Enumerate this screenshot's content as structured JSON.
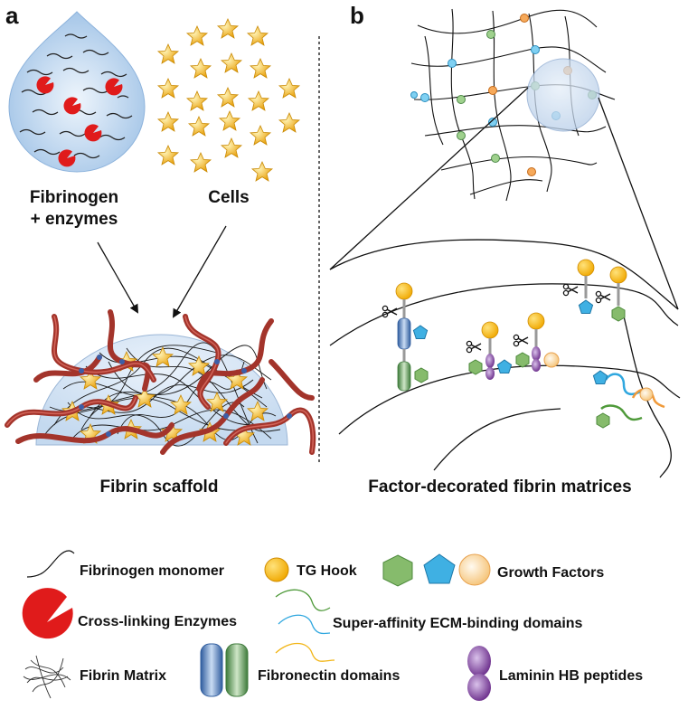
{
  "panels": {
    "a": {
      "letter": "a",
      "droplet_label_line1": "Fibrinogen",
      "droplet_label_line2": "+ enzymes",
      "cells_label": "Cells",
      "caption": "Fibrin scaffold"
    },
    "b": {
      "letter": "b",
      "caption": "Factor-decorated fibrin matrices"
    }
  },
  "legend": {
    "fibrinogen_monomer": "Fibrinogen monomer",
    "tg_hook": "TG Hook",
    "growth_factors": "Growth Factors",
    "crosslinking_enzymes": "Cross-linking Enzymes",
    "super_affinity": "Super-affinity ECM-binding domains",
    "fibrin_matrix": "Fibrin Matrix",
    "fibronectin_domains": "Fibronectin domains",
    "laminin_hb": "Laminin HB peptides"
  },
  "colors": {
    "droplet": "#a9c9ea",
    "star": "#f2b515",
    "enzyme": "#e01b1b",
    "tg_hook": "#f5b400",
    "gf_green": "#86bb6c",
    "gf_blue": "#3fb0e3",
    "gf_peach": "#f9d49a",
    "fiber_red": "#a3342b",
    "fibronectin_blue": "#4d78b8",
    "fibronectin_green": "#4f8b4a",
    "laminin": "#7d3f98"
  },
  "icons": [
    "droplet-icon",
    "cell-star-icon",
    "enzyme-pacman-icon",
    "scissors-icon",
    "tg-hook-icon",
    "hexagon-icon",
    "pentagon-icon",
    "circle-factor-icon",
    "cylinder-icon",
    "laminin-icon"
  ]
}
